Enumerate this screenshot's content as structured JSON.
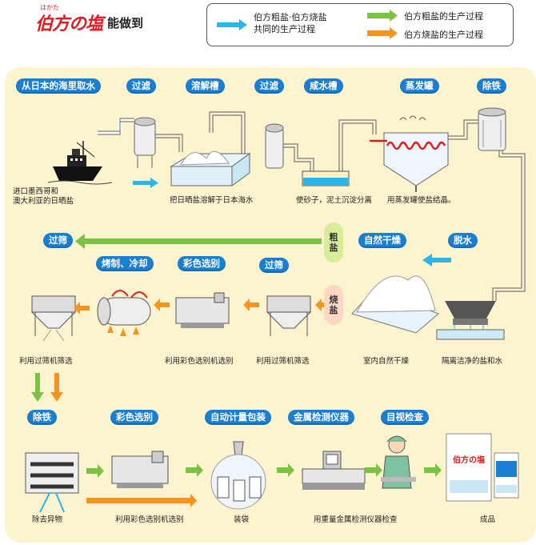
{
  "brand": {
    "logo": "伯方の塩",
    "ruby": "はかた",
    "suffix": "能做到"
  },
  "legend": {
    "common": "伯方粗盐·伯方烧盐\n共同的生产过程",
    "coarse": "伯方粗盐的生产过程",
    "roasted": "伯方烧盐的生产过程"
  },
  "colors": {
    "common": "#29b6e8",
    "coarse": "#7cc242",
    "roasted": "#f7941d",
    "pill": "#1a7fd1",
    "panel": "#fcf3cf"
  },
  "steps_row1": [
    "从日本的海里取水",
    "过滤",
    "溶解槽",
    "过滤",
    "咸水槽",
    "蒸发罐",
    "除铁"
  ],
  "steps_row2": [
    "过筛",
    "自然干燥",
    "脱水",
    "烤制、冷却",
    "彩色选别",
    "过筛"
  ],
  "steps_row3": [
    "除铁",
    "彩色选别",
    "自动计量包装",
    "金属检测仪器",
    "目视检查"
  ],
  "branch": {
    "coarse": "粗\n盐",
    "roasted": "烧\n盐"
  },
  "captions": {
    "import": "进口墨西哥和\n澳大利亚的日晒盐",
    "dissolve": "把日晒盐溶解于日本海水",
    "settle": "使砂子，泥土沉淀分离",
    "evaporate": "用蒸发罐使盐结晶。",
    "separate": "隔离洁净的盐和水",
    "air_dry": "室内自然干燥",
    "sieve_a": "利用过筛机筛选",
    "color_sort_a": "利用彩色选别机选别",
    "sieve_b": "利用过筛机筛选",
    "remove": "除去异物",
    "color_sort_b": "利用彩色选别机选别",
    "bagging": "装袋",
    "metal_check": "用重量金属检测仪器检查",
    "product": "成品"
  },
  "icons": [
    "ship-icon",
    "filter-tank-icon",
    "dissolve-tank-icon",
    "brine-tank-icon",
    "evaporator-icon",
    "iron-remover-icon",
    "dehydrator-icon",
    "salt-pile-icon",
    "sieve-machine-icon",
    "color-sorter-icon",
    "roaster-icon",
    "magnet-icon",
    "bagging-machine-icon",
    "metal-detector-icon",
    "inspector-icon",
    "product-bags-icon"
  ]
}
